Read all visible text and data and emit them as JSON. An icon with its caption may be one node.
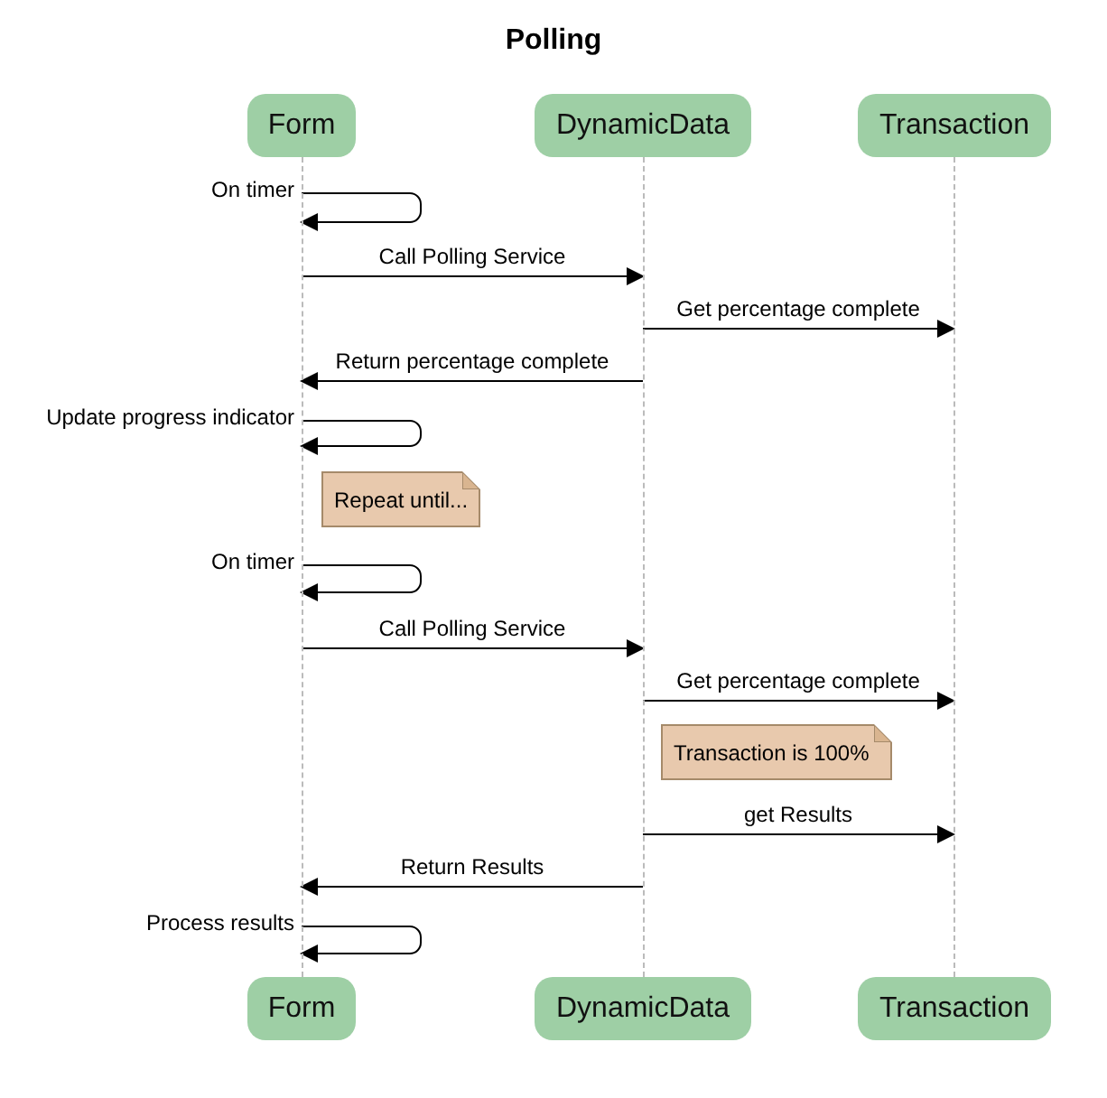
{
  "diagram": {
    "title": "Polling",
    "nodes": [
      {
        "text": [
          "Form"
        ]
      },
      {
        "text": [
          "DynamicData"
        ]
      },
      {
        "text": [
          "Transaction"
        ]
      },
      {
        "text": [],
        "shape": "line"
      },
      {
        "text": [],
        "shape": "line"
      },
      {
        "text": [],
        "shape": "line"
      },
      {
        "text": [
          "Repeat until..."
        ]
      },
      {
        "text": [
          "Transaction is 100%"
        ]
      },
      {
        "text": [
          "Form"
        ]
      },
      {
        "text": [
          "DynamicData"
        ]
      },
      {
        "text": [
          "Transaction"
        ]
      }
    ],
    "edges": [
      {
        "from": 3,
        "to": 3,
        "arrow": "to",
        "label": "On timer"
      },
      {
        "from": 3,
        "to": 4,
        "arrow": "to",
        "label": "Call Polling Service"
      },
      {
        "from": 4,
        "to": 5,
        "arrow": "to",
        "label": "Get percentage complete"
      },
      {
        "from": 4,
        "to": 3,
        "arrow": "to",
        "label": "Return percentage complete"
      },
      {
        "from": 3,
        "to": 3,
        "arrow": "to",
        "label": "Update progress indicator"
      },
      {
        "from": 3,
        "to": 3,
        "arrow": "to",
        "label": "On timer"
      },
      {
        "from": 3,
        "to": 4,
        "arrow": "to",
        "label": "Call Polling Service"
      },
      {
        "from": 4,
        "to": 5,
        "arrow": "to",
        "label": "Get percentage complete"
      },
      {
        "from": 4,
        "to": 5,
        "arrow": "to",
        "label": "get Results"
      },
      {
        "from": 4,
        "to": 3,
        "arrow": "to",
        "label": "Return Results"
      },
      {
        "from": 3,
        "to": 3,
        "arrow": "to",
        "label": "Process results"
      }
    ]
  }
}
